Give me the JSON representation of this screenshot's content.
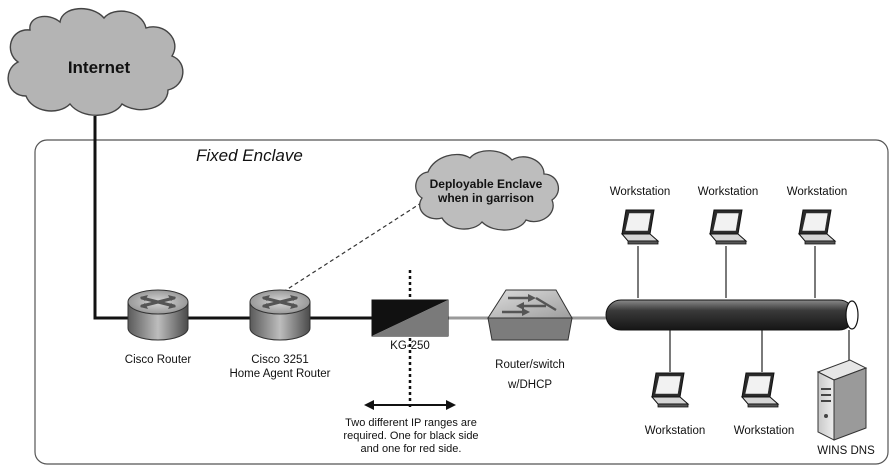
{
  "cloud_internet": {
    "label": "Internet"
  },
  "enclave": {
    "title": "Fixed Enclave"
  },
  "deployable": {
    "line1": "Deployable Enclave",
    "line2": "when in garrison"
  },
  "devices": {
    "cisco_router": "Cisco Router",
    "home_agent_line1": "Cisco 3251",
    "home_agent_line2": "Home Agent Router",
    "kg250": "KG-250",
    "router_switch_line1": "Router/switch",
    "router_switch_line2": "w/DHCP",
    "wins_dns": "WINS DNS"
  },
  "workstations": {
    "top": [
      "Workstation",
      "Workstation",
      "Workstation"
    ],
    "bottom": [
      "Workstation",
      "Workstation"
    ]
  },
  "note": {
    "line1": "Two different IP ranges are",
    "line2": "required. One for black side",
    "line3": "and one for red side."
  }
}
